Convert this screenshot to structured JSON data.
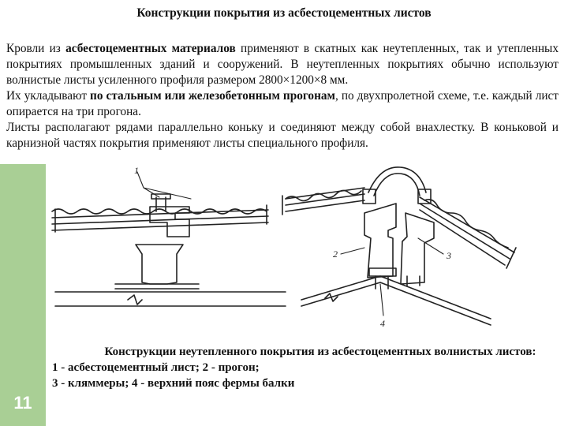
{
  "slide": {
    "title": "Конструкции покрытия из асбестоцементных листов",
    "page_number": "11",
    "accent_color": "#a9cf95"
  },
  "body": {
    "l1_a": "Кровли из ",
    "l1_b": "асбестоцементных материалов",
    "l1_c": " применяют в скатных как неутепленных, так и утепленных покрытиях промышленных зданий и сооружений. В неутепленных покрытиях обычно используют волнистые листы усиленного профиля размером 2800×1200×8 мм.",
    "l2_a": "Их укладывают ",
    "l2_b": "по стальным или железобетонным прогонам",
    "l2_c": ", по двухпролетной схеме, т.е. каждый лист опирается на три прогона.",
    "l3": "Листы располагают рядами параллельно коньку и соединяют между собой внахлестку. В коньковой и карнизной частях покрытия применяют листы специального профиля."
  },
  "figure": {
    "labels": [
      "1",
      "2",
      "3",
      "4"
    ]
  },
  "caption": {
    "line1": "Конструкции неутепленного покрытия из асбестоцементных волнистых листов:",
    "line2": "1 - асбестоцементный лист; 2 - прогон;",
    "line3": "3 - кляммеры; 4 - верхний пояс фермы балки"
  }
}
